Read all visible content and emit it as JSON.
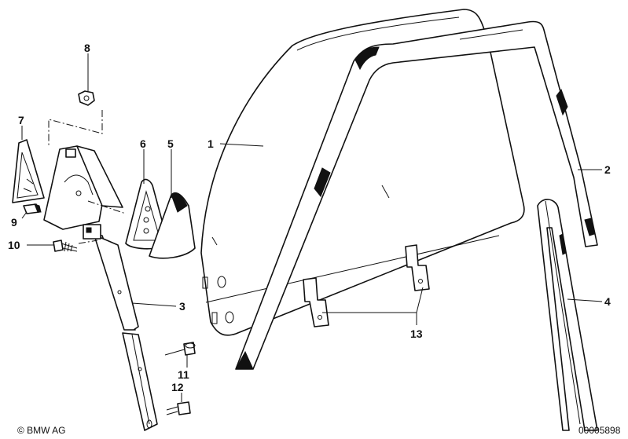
{
  "diagram": {
    "callouts": [
      "1",
      "2",
      "3",
      "4",
      "5",
      "6",
      "7",
      "8",
      "9",
      "10",
      "11",
      "12",
      "13"
    ],
    "copyright": "© BMW AG",
    "part_number": "00005898"
  }
}
